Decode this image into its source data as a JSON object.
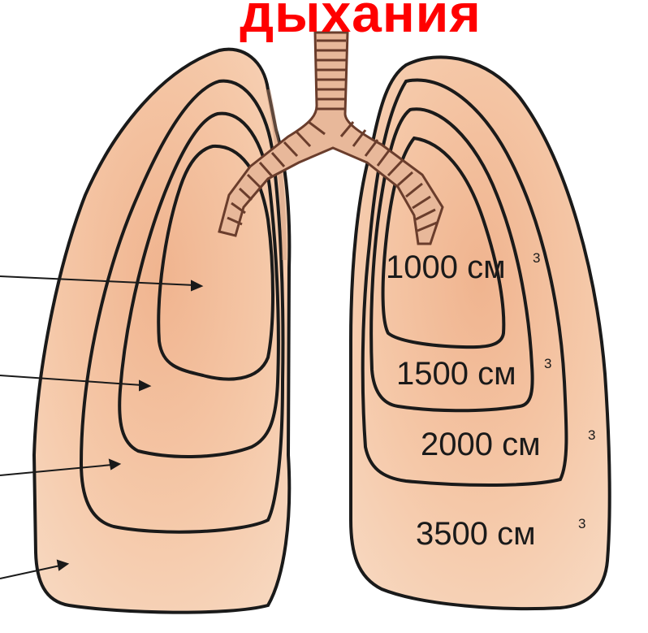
{
  "title": "дыхания",
  "volumes": [
    {
      "value": "1000",
      "unit": "см",
      "sup": "3"
    },
    {
      "value": "1500",
      "unit": "см",
      "sup": "3"
    },
    {
      "value": "2000",
      "unit": "см",
      "sup": "3"
    },
    {
      "value": "3500",
      "unit": "см",
      "sup": "3"
    }
  ],
  "colors": {
    "title": "#ff0000",
    "lung_fill": "#f3c2a2",
    "outline": "#1a1a1a",
    "trachea": "#7a4a35"
  }
}
